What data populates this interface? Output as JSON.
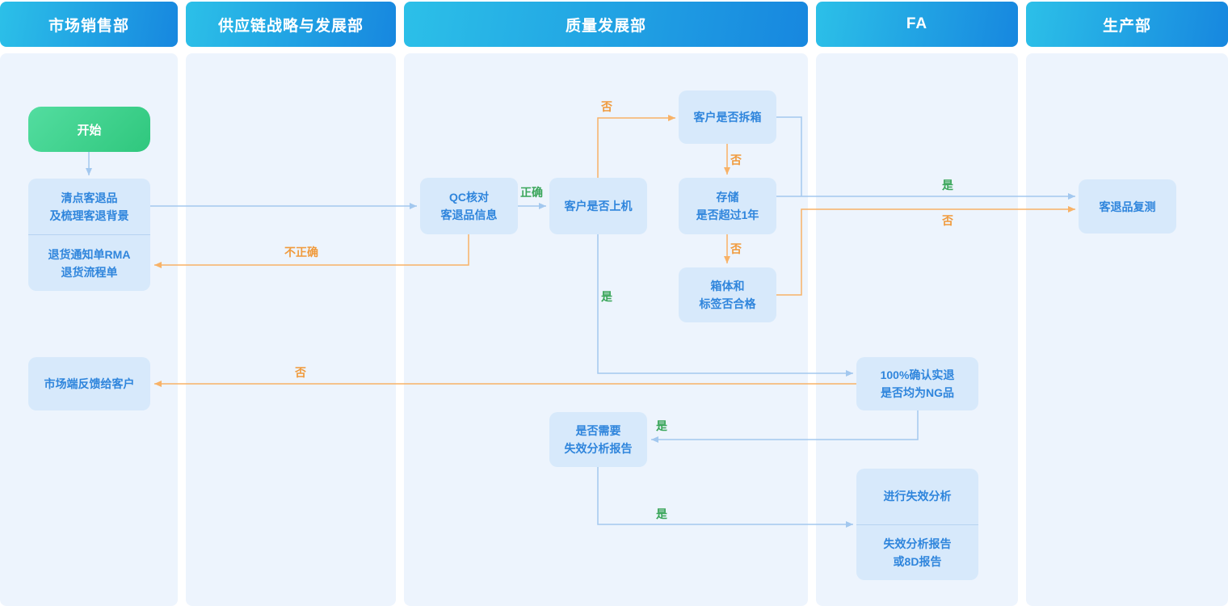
{
  "lanes": [
    {
      "label": "市场销售部"
    },
    {
      "label": "供应链战略与发展部"
    },
    {
      "label": "质量发展部"
    },
    {
      "label": "FA"
    },
    {
      "label": "生产部"
    }
  ],
  "nodes": {
    "start": {
      "label": "开始"
    },
    "sort_returns": {
      "label": "清点客退品\n及梳理客退背景"
    },
    "rma_doc": {
      "label": "退货通知单RMA\n退货流程单"
    },
    "qc_check": {
      "label": "QC核对\n客退品信息"
    },
    "customer_used": {
      "label": "客户是否上机"
    },
    "customer_unboxed": {
      "label": "客户是否拆箱"
    },
    "storage_over_year": {
      "label": "存储\n是否超过1年"
    },
    "box_label_ok": {
      "label": "箱体和\n标签否合格"
    },
    "retest": {
      "label": "客退品复测"
    },
    "feedback_customer": {
      "label": "市场端反馈给客户"
    },
    "confirm_ng": {
      "label": "100%确认实退\n是否均为NG品"
    },
    "need_fa_report": {
      "label": "是否需要\n失效分析报告"
    },
    "do_fa": {
      "label": "进行失效分析"
    },
    "fa_report": {
      "label": "失效分析报告\n或8D报告"
    }
  },
  "edge_labels": {
    "correct": "正确",
    "incorrect": "不正确",
    "yes": "是",
    "no": "否"
  },
  "colors": {
    "header_gradient_start": "#2cc0e8",
    "header_gradient_end": "#1787df",
    "lane_bg": "#edf4fd",
    "node_bg": "#d7e9fb",
    "node_text": "#2f85dc",
    "start_gradient_start": "#53dda0",
    "start_gradient_end": "#2fc77d",
    "blue_line": "#a3c8ef",
    "orange_line": "#f8b267",
    "green_label": "#3aa65a",
    "orange_label": "#f09a3c"
  }
}
